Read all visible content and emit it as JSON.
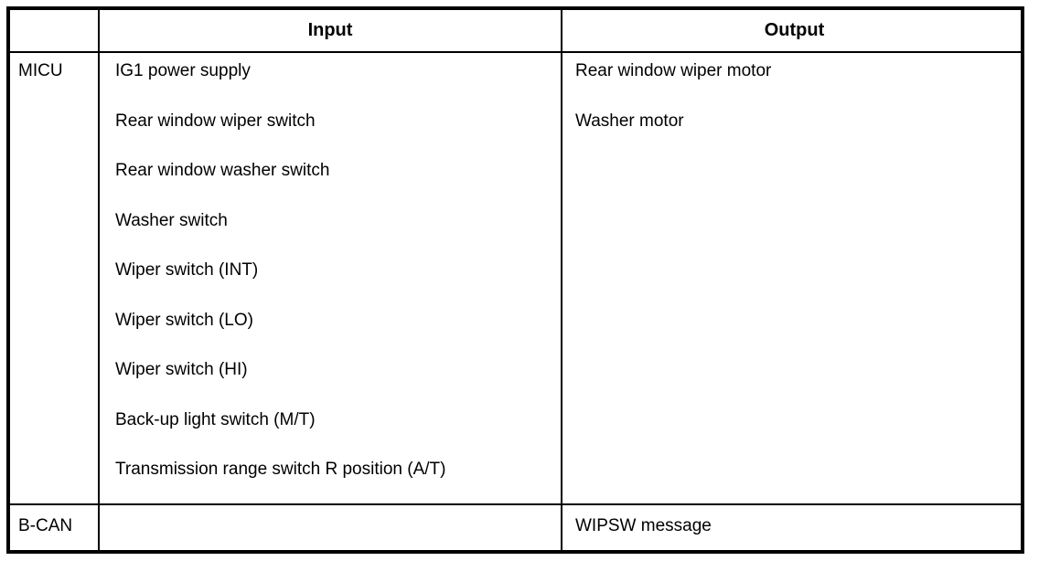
{
  "table": {
    "headers": {
      "module": "",
      "input": "Input",
      "output": "Output"
    },
    "rows": [
      {
        "module": "MICU",
        "inputs": [
          "IG1 power supply",
          "Rear window wiper switch",
          "Rear window washer switch",
          "Washer switch",
          "Wiper switch (INT)",
          "Wiper switch (LO)",
          "Wiper switch (HI)",
          "Back-up light switch (M/T)",
          "Transmission range switch R position (A/T)"
        ],
        "outputs": [
          "Rear window wiper motor",
          "Washer motor"
        ]
      },
      {
        "module": "B-CAN",
        "inputs": [],
        "outputs": [
          "WIPSW message"
        ]
      }
    ]
  },
  "colors": {
    "border": "#000000",
    "text": "#000000",
    "background": "#ffffff"
  }
}
